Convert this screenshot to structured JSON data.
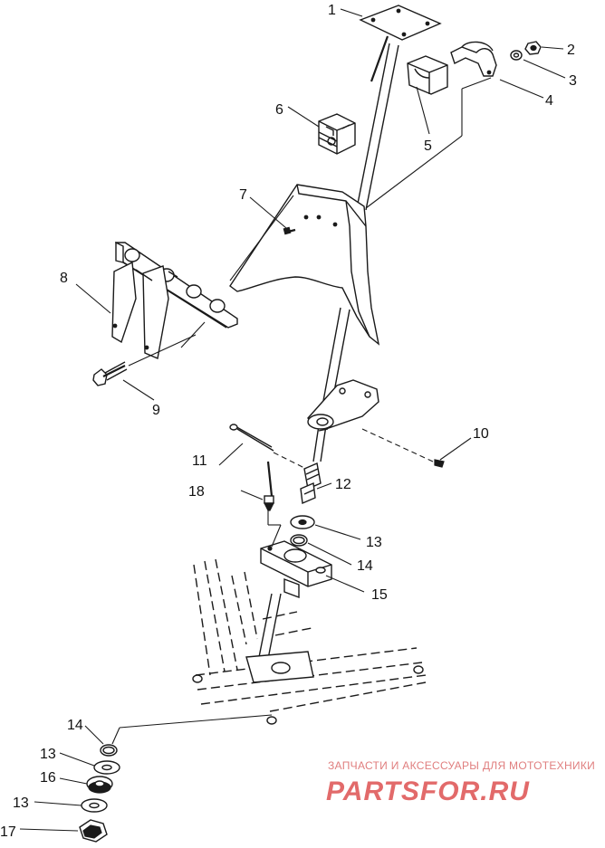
{
  "callouts": {
    "c1": "1",
    "c2": "2",
    "c3": "3",
    "c4": "4",
    "c5": "5",
    "c6": "6",
    "c7": "7",
    "c8": "8",
    "c9": "9",
    "c10": "10",
    "c11": "11",
    "c12": "12",
    "c13a": "13",
    "c14a": "14",
    "c15": "15",
    "c18": "18",
    "c14b": "14",
    "c13b": "13",
    "c16": "16",
    "c13c": "13",
    "c17": "17"
  },
  "watermark": {
    "caption": "ЗАПЧАСТИ И АКСЕССУАРЫ ДЛЯ МОТОТЕХНИКИ",
    "logo": "PARTSFOR.RU",
    "color": "#e26a6a"
  },
  "colors": {
    "line": "#1a1a1a",
    "background": "#ffffff"
  }
}
